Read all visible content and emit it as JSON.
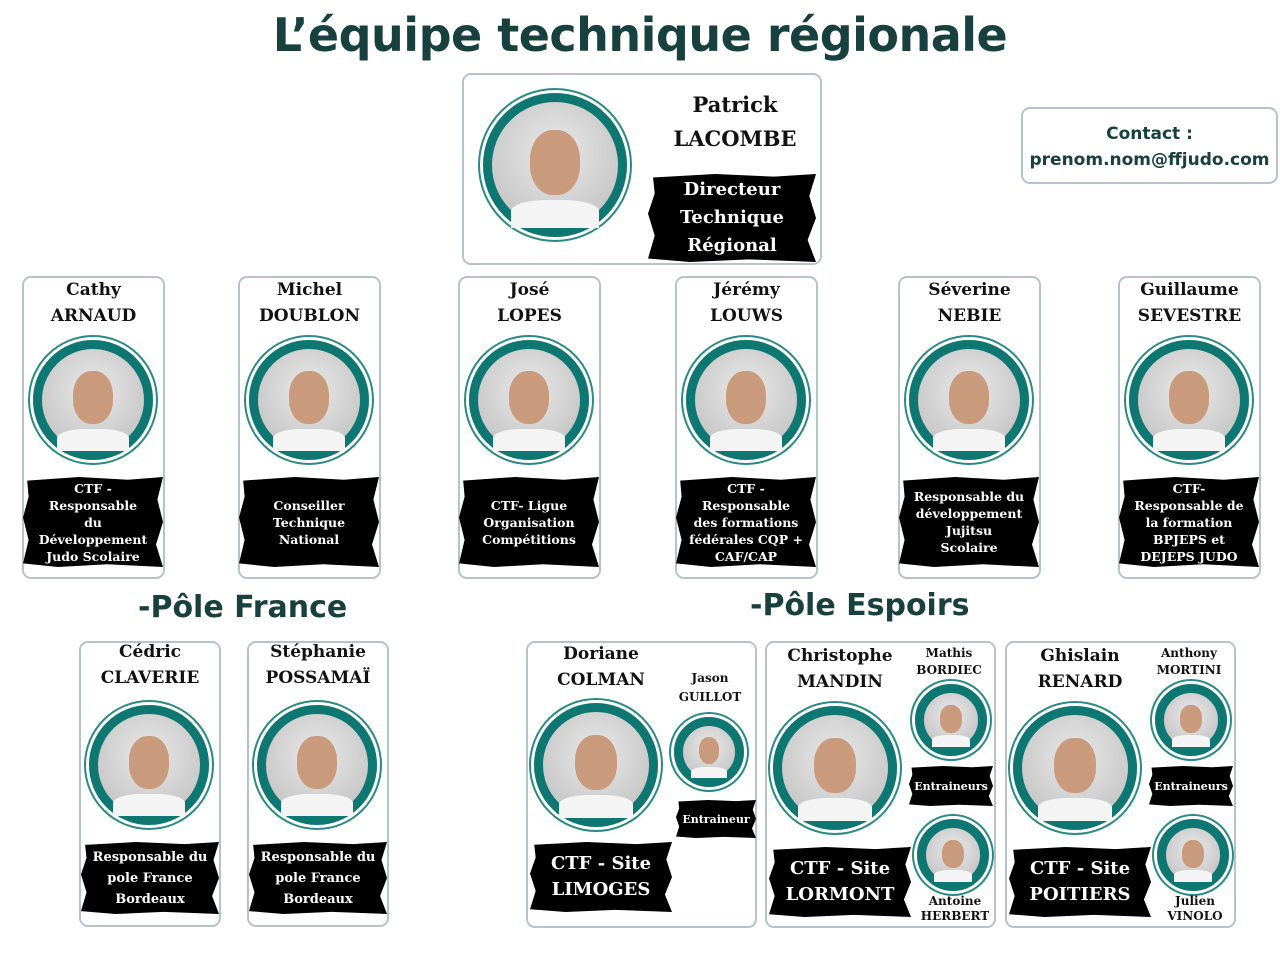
{
  "title": "L’équipe technique régionale",
  "contact": {
    "label": "Contact :",
    "email": "prenom.nom@ffjudo.com"
  },
  "director": {
    "first": "Patrick",
    "last": "LACOMBE",
    "role": "Directeur\nTechnique\nRégional"
  },
  "staff": [
    {
      "first": "Cathy",
      "last": "ARNAUD",
      "role": "CTF -\nResponsable\ndu\nDéveloppement\nJudo Scolaire"
    },
    {
      "first": "Michel",
      "last": "DOUBLON",
      "role": "Conseiller\nTechnique\nNational"
    },
    {
      "first": "José",
      "last": "LOPES",
      "role": "CTF-  Ligue\nOrganisation\nCompétitions"
    },
    {
      "first": "Jérémy",
      "last": "LOUWS",
      "role": "CTF -\nResponsable\ndes formations\nfédérales CQP +\nCAF/CAP"
    },
    {
      "first": "Séverine",
      "last": "NEBIE",
      "role": "Responsable du\ndéveloppement\nJujitsu\nScolaire"
    },
    {
      "first": "Guillaume",
      "last": "SEVESTRE",
      "role": "CTF-\nResponsable de\nla formation\nBPJEPS et\nDEJEPS JUDO"
    }
  ],
  "pole_france": {
    "heading": "-Pôle France",
    "members": [
      {
        "first": "Cédric",
        "last": "CLAVERIE",
        "role": "Responsable du\npole France\nBordeaux"
      },
      {
        "first": "Stéphanie",
        "last": "POSSAMAÏ",
        "role": "Responsable du\npole France\nBordeaux"
      }
    ]
  },
  "pole_espoirs": {
    "heading": "-Pôle Espoirs",
    "sites": [
      {
        "first": "Doriane",
        "last": "COLMAN",
        "role": "CTF - Site\nLIMOGES",
        "coach_label": "Entraineur",
        "coaches": [
          {
            "first": "Jason",
            "last": "GUILLOT"
          }
        ]
      },
      {
        "first": "Christophe",
        "last": "MANDIN",
        "role": "CTF - Site\nLORMONT",
        "coach_label": "Entraineurs",
        "coaches": [
          {
            "first": "Mathis",
            "last": "BORDIEC"
          },
          {
            "first": "Antoine",
            "last": "HERBERT"
          }
        ]
      },
      {
        "first": "Ghislain",
        "last": "RENARD",
        "role": "CTF - Site\nPOITIERS",
        "coach_label": "Entraineurs",
        "coaches": [
          {
            "first": "Anthony",
            "last": "MORTINI"
          },
          {
            "first": "Julien",
            "last": "VINOLO"
          }
        ]
      }
    ]
  }
}
